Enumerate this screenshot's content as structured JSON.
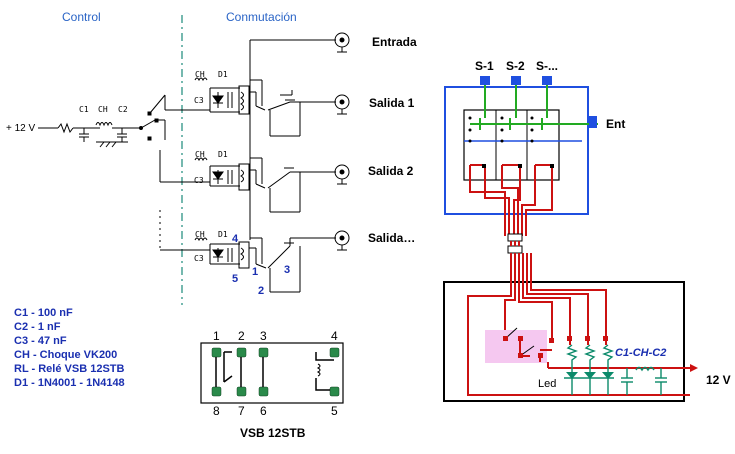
{
  "headers": {
    "control": "Control",
    "conmutacion": "Conmutación"
  },
  "labels": {
    "entrada": "Entrada",
    "salida1": "Salida 1",
    "salida2": "Salida 2",
    "salidaN": "Salida…",
    "supply": "+ 12 V",
    "c1": "C1",
    "c2": "C2",
    "c3": "C3",
    "ch": "CH",
    "d1": "D1"
  },
  "relay_pins": {
    "p1": "1",
    "p2": "2",
    "p3": "3",
    "p4": "4",
    "p5": "5"
  },
  "legend": [
    "C1 - 100 nF",
    "C2 - 1 nF",
    "C3 - 47 nF",
    "CH - Choque VK200",
    "RL - Relé VSB 12STB",
    "D1 - 1N4001 - 1N4148"
  ],
  "relay_pinout": {
    "title": "VSB 12STB",
    "top": [
      "1",
      "2",
      "3",
      "4"
    ],
    "bottom": [
      "8",
      "7",
      "6",
      "5"
    ]
  },
  "box": {
    "switches": [
      "S-1",
      "S-2",
      "S-..."
    ],
    "ent": "Ent",
    "filter": "C1-CH-C2",
    "led": "Led",
    "v12": "12 V"
  },
  "colors": {
    "green": "#22aa22",
    "red": "#cc1111",
    "blue": "#1f4fe0",
    "pink": "#f5c8f0"
  }
}
